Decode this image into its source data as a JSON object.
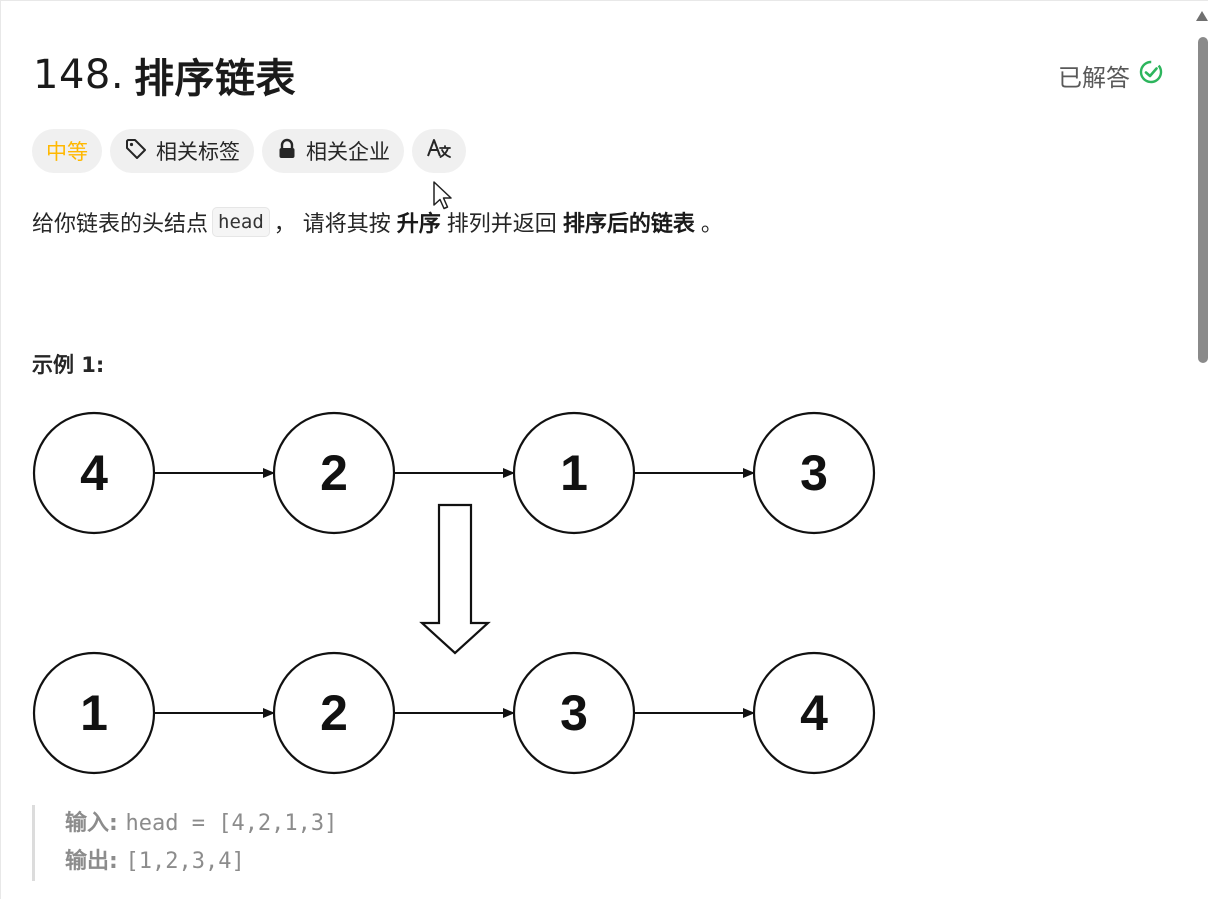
{
  "problem": {
    "number": "148.",
    "title": "排序链表",
    "status": "已解答"
  },
  "tags": {
    "difficulty": "中等",
    "topics": "相关标签",
    "companies": "相关企业"
  },
  "description": {
    "part1": "给你链表的头结点",
    "code": "head",
    "part2": "，  请将其按",
    "bold1": "升序",
    "part3": "排列并返回",
    "bold2": "排序后的链表",
    "part4": "。"
  },
  "example": {
    "title": "示例 1:",
    "before_nodes": [
      "4",
      "2",
      "1",
      "3"
    ],
    "after_nodes": [
      "1",
      "2",
      "3",
      "4"
    ],
    "input_label": "输入",
    "input_value": "head = [4,2,1,3]",
    "output_label": "输出",
    "output_value": "[1,2,3,4]"
  },
  "colors": {
    "difficulty_medium": "#ffb800",
    "solved_check": "#2db55d"
  },
  "icons": {
    "solved": "check-circle-icon",
    "topics": "tag-icon",
    "companies": "lock-icon",
    "translate": "translate-icon"
  }
}
